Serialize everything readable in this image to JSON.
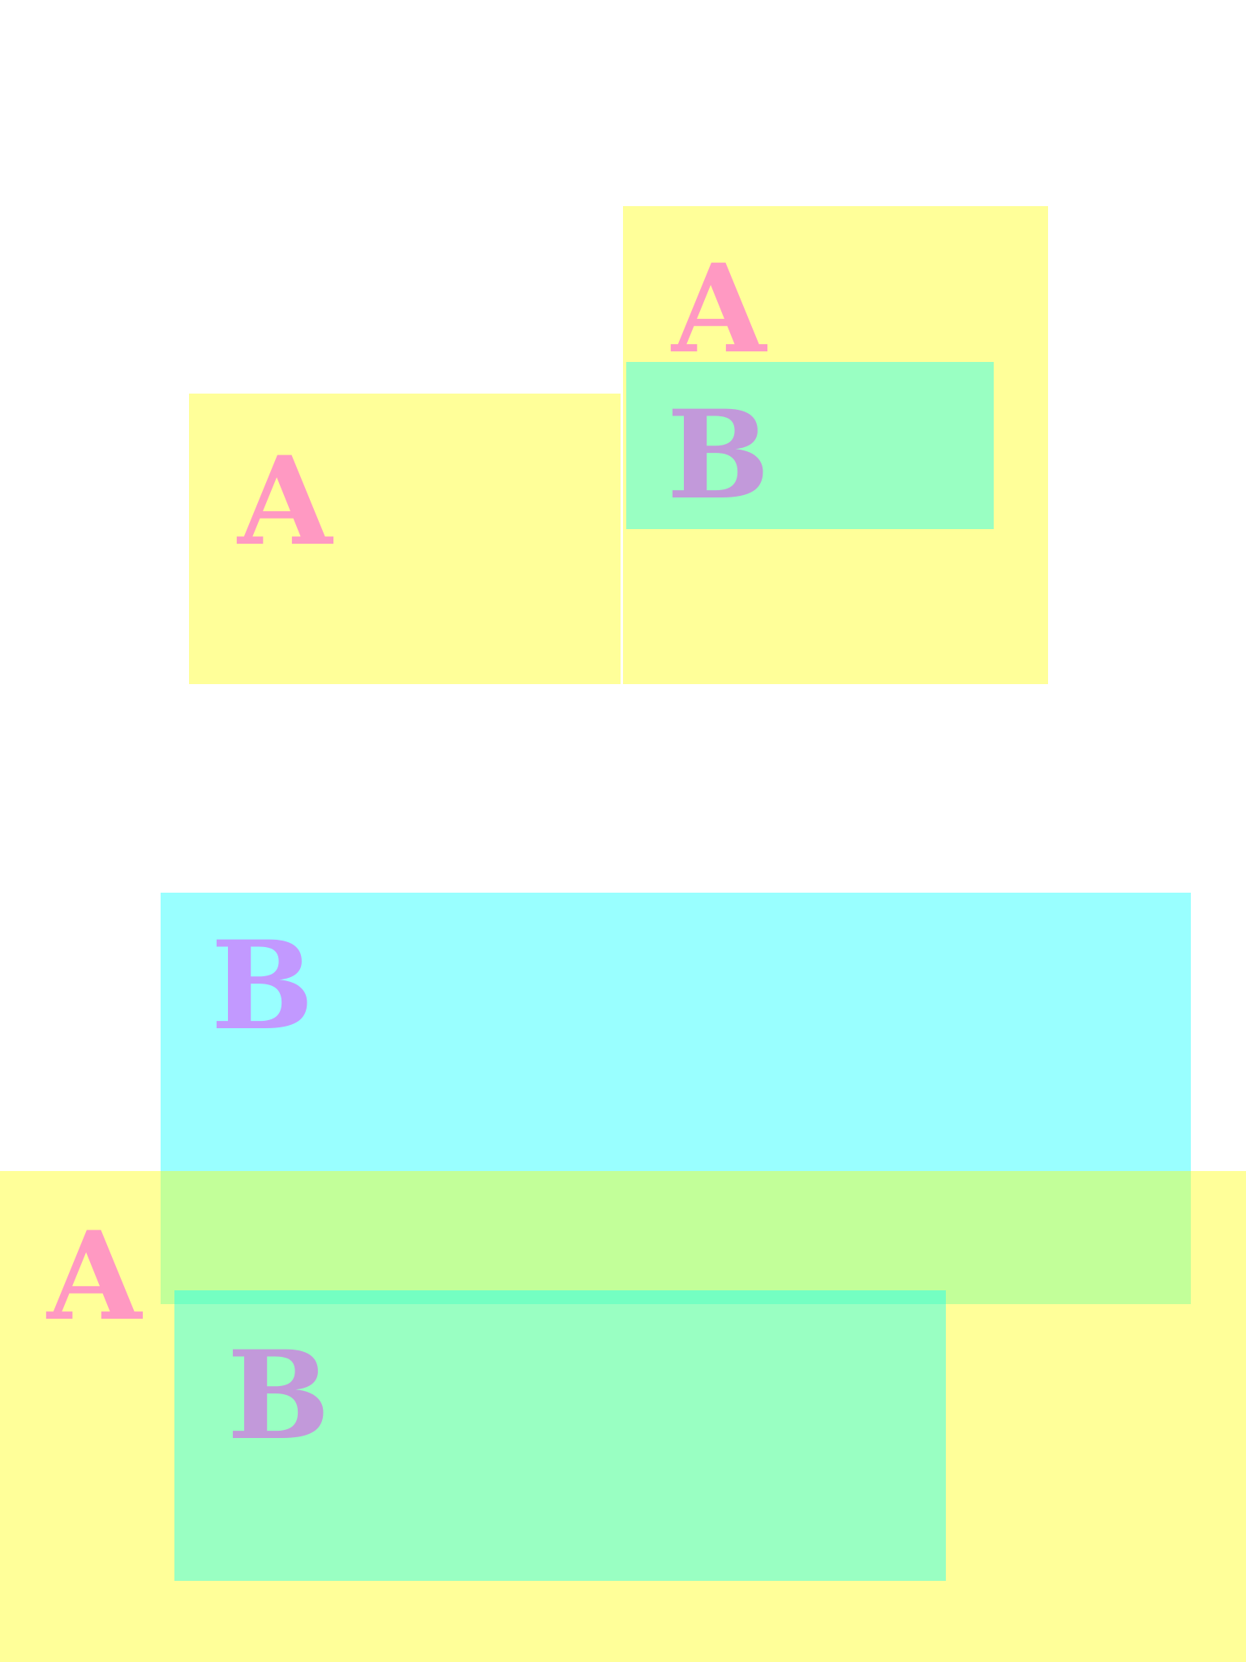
{
  "regions": {
    "a1": {
      "label": "A"
    },
    "a2": {
      "label": "A"
    },
    "b1": {
      "label": "B"
    },
    "b2": {
      "label": "B"
    },
    "a3": {
      "label": "A"
    },
    "b3": {
      "label": "B"
    }
  },
  "colors": {
    "background": "#ffffff",
    "region_a_fill": "#ffff0066",
    "region_b_fill": "#00ffff66",
    "label_color": "#ff00ff66"
  }
}
